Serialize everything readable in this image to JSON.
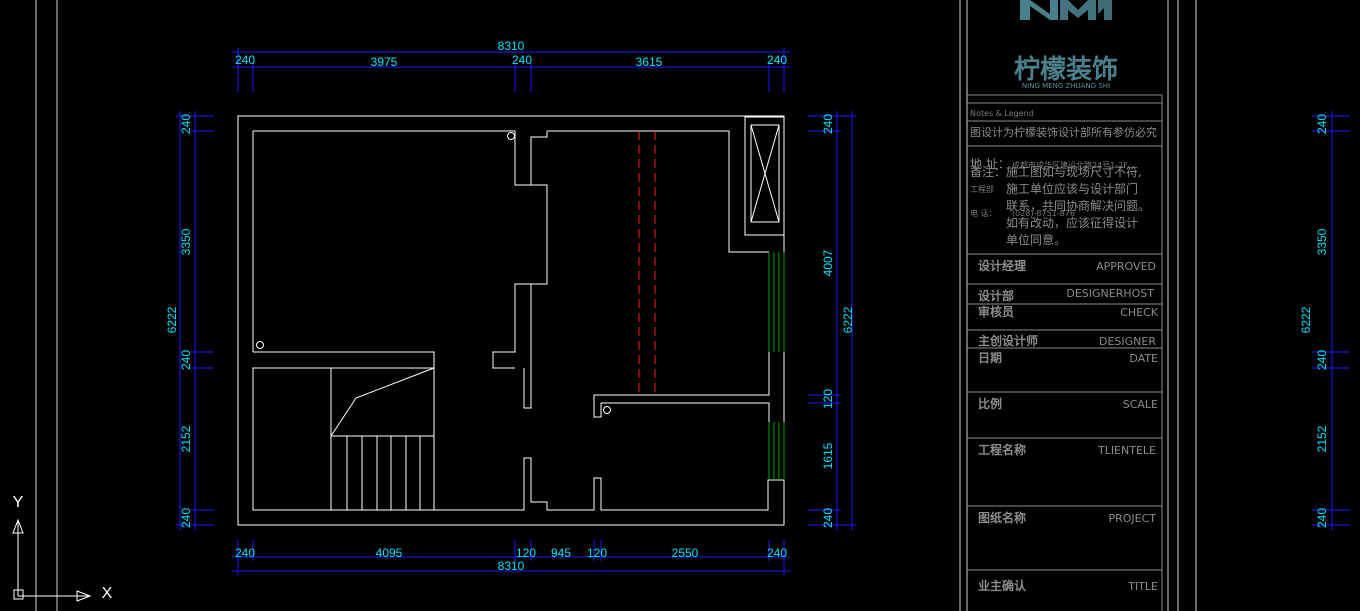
{
  "dims": {
    "top_total": "8310",
    "top_a": "240",
    "top_b": "3975",
    "top_c": "240",
    "top_d": "3615",
    "top_e": "240",
    "bottom_total": "8310",
    "bottom_a": "240",
    "bottom_b": "4095",
    "bottom_c": "120",
    "bottom_d": "945",
    "bottom_e": "120",
    "bottom_f": "2550",
    "bottom_g": "240",
    "left_total": "6222",
    "left_a": "240",
    "left_b": "3350",
    "left_c": "240",
    "left_d": "2152",
    "left_e": "240",
    "right_total": "6222",
    "right_a": "240",
    "right_b": "4007",
    "right_c": "120",
    "right_d": "1615",
    "right_e": "240",
    "far_a": "240",
    "far_b": "3350",
    "far_c": "240",
    "far_d": "2152",
    "far_e": "240",
    "far_total": "6222"
  },
  "axis": {
    "y": "Y",
    "x": "X"
  },
  "colors": {
    "background": "#000000",
    "dimension": "#00e0ff",
    "dimline": "#1a1aff",
    "wall": "#ffffff",
    "dashed": "#ff2020",
    "window": "#00a000",
    "titleblock": "#8c8c8c",
    "logo": "#4a7f8c"
  },
  "title_block": {
    "logo_letters": "NM",
    "company": "柠檬装饰",
    "company_pinyin": "NING MENG ZHUANG SHI",
    "notes_header": "Notes & Legend",
    "copyright": "图设计为柠檬装饰设计部所有参仿必究",
    "address_label": "地  址：",
    "address": "成都市成华区建设北路24号1-2F",
    "dept_label": "工程部",
    "phone_label": "电  话：",
    "phone": "(028)-8751-876",
    "note_label": "备注：",
    "note_lines": [
      "施工图如与现场尺寸不符,",
      "施工单位应该与设计部门",
      "联系，共同协商解决问题。",
      "如有改动，应该征得设计",
      "单位同意。"
    ],
    "rows": [
      {
        "label": "设计经理",
        "value": "APPROVED"
      },
      {
        "label": "设计部",
        "value": "DESIGNERHOST"
      },
      {
        "label": "审核员",
        "value": "CHECK"
      },
      {
        "label": "主创设计师",
        "value": "DESIGNER"
      },
      {
        "label": "日期",
        "value": "DATE"
      },
      {
        "label": "比例",
        "value": "SCALE"
      },
      {
        "label": "工程名称",
        "value": "TLIENTELE"
      },
      {
        "label": "图纸名称",
        "value": "PROJECT"
      },
      {
        "label": "业主确认",
        "value": "TITLE"
      }
    ]
  }
}
